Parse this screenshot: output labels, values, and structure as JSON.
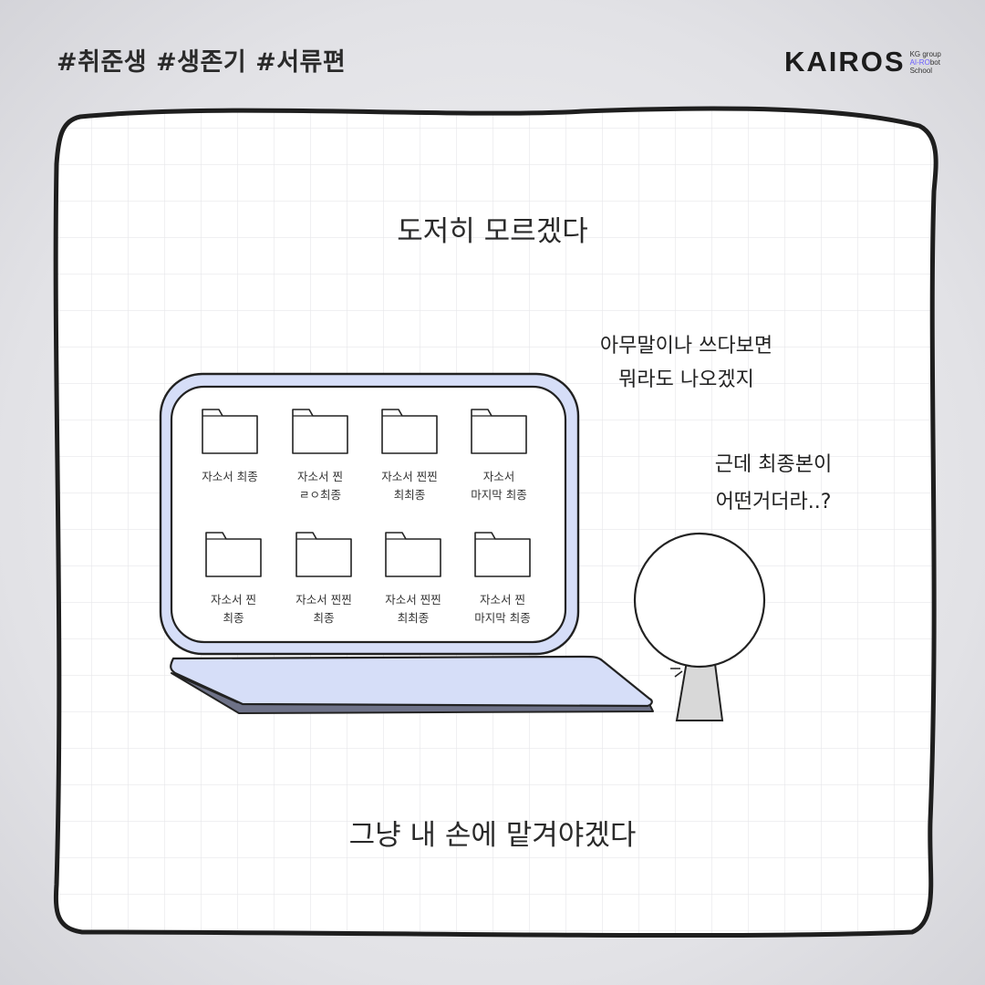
{
  "header": {
    "hashtags": "#취준생 #생존기 #서류편",
    "logo": {
      "word": "KAIROS",
      "line1": "KG group",
      "line2_prefix": "AI-RO",
      "line2_suffix": "bot",
      "line3": "School"
    }
  },
  "panel": {
    "caption_top": "도저히 모르겠다",
    "caption_bottom": "그냥 내 손에 맡겨야겠다"
  },
  "speech": {
    "line1": "아무말이나 쓰다보면",
    "line2": "뭐라도 나오겠지",
    "line3": "근데 최종본이",
    "line4": "어떤거더라..?"
  },
  "folders": [
    {
      "label": "자소서 최종"
    },
    {
      "label": "자소서 찐\nㄹㅇ최종"
    },
    {
      "label": "자소서 찐찐\n최최종"
    },
    {
      "label": "자소서\n마지막 최종"
    },
    {
      "label": "자소서 찐\n최종"
    },
    {
      "label": "자소서 찐찐\n최종"
    },
    {
      "label": "자소서 찐찐\n최최종"
    },
    {
      "label": "자소서 찐\n마지막 최종"
    }
  ],
  "colors": {
    "screen_frame": "#d6def8",
    "keyboard_base": "#d6def8",
    "keyboard_shadow": "#6e7288",
    "grid_line": "#e6e6ea",
    "body_fill": "#d8d8d8"
  }
}
